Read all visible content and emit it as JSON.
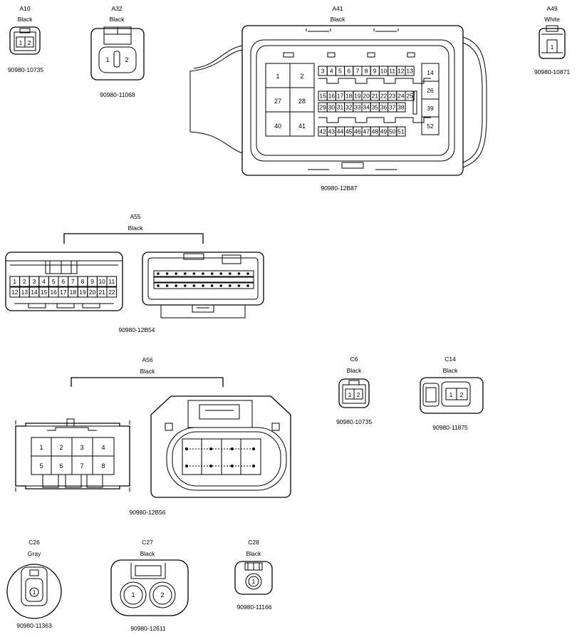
{
  "connectors": {
    "A10": {
      "code": "A10",
      "color": "Black",
      "part": "90980-10735",
      "pins": [
        "1",
        "2"
      ]
    },
    "A32": {
      "code": "A32",
      "color": "Black",
      "part": "90980-11068",
      "pins": [
        "1",
        "2"
      ]
    },
    "A41": {
      "code": "A41",
      "color": "Black",
      "part": "90980-12B87",
      "block": [
        "1",
        "2",
        "27",
        "28",
        "40",
        "41"
      ],
      "row1": [
        "3",
        "4",
        "5",
        "6",
        "7",
        "8",
        "9",
        "10",
        "11",
        "12",
        "13"
      ],
      "row2": [
        "15",
        "16",
        "17",
        "18",
        "19",
        "20",
        "21",
        "22",
        "23",
        "24",
        "25"
      ],
      "row3": [
        "29",
        "30",
        "31",
        "32",
        "33",
        "34",
        "35",
        "36",
        "37",
        "38"
      ],
      "row4": [
        "42",
        "43",
        "44",
        "45",
        "46",
        "47",
        "48",
        "49",
        "50",
        "51"
      ],
      "side": [
        "14",
        "26",
        "39",
        "52"
      ]
    },
    "A49": {
      "code": "A49",
      "color": "White",
      "part": "90980-10871",
      "pins": [
        "1"
      ]
    },
    "A55": {
      "code": "A55",
      "color": "Black",
      "part": "90980-12B54",
      "row1": [
        "1",
        "2",
        "3",
        "4",
        "5",
        "6",
        "7",
        "8",
        "9",
        "10",
        "11"
      ],
      "row2": [
        "12",
        "13",
        "14",
        "15",
        "16",
        "17",
        "18",
        "19",
        "20",
        "21",
        "22"
      ]
    },
    "A56": {
      "code": "A56",
      "color": "Black",
      "part": "90980-12B56",
      "row1": [
        "1",
        "2",
        "3",
        "4"
      ],
      "row2": [
        "5",
        "6",
        "7",
        "8"
      ]
    },
    "C6": {
      "code": "C6",
      "color": "Black",
      "part": "90980-10735",
      "pins": [
        "1",
        "2"
      ]
    },
    "C14": {
      "code": "C14",
      "color": "Black",
      "part": "90980-11875",
      "pins": [
        "1",
        "2"
      ]
    },
    "C26": {
      "code": "C26",
      "color": "Gray",
      "part": "90980-11363",
      "pins": [
        "1"
      ]
    },
    "C27": {
      "code": "C27",
      "color": "Black",
      "part": "90980-12611",
      "pins": [
        "1",
        "2"
      ]
    },
    "C28": {
      "code": "C28",
      "color": "Black",
      "part": "90980-11166",
      "pins": [
        "1"
      ]
    }
  }
}
